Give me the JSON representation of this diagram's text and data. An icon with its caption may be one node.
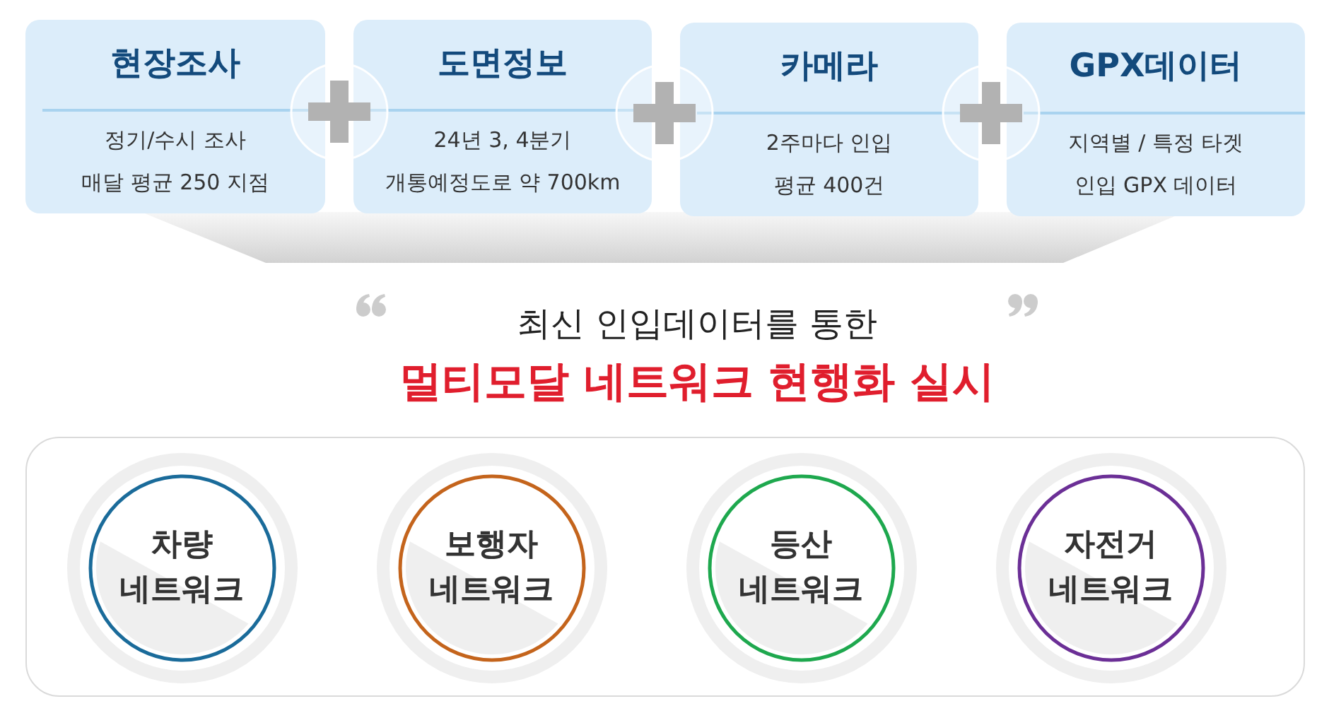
{
  "diagram": {
    "nodes": [
      {
        "text": [
          "현장조사",
          "정기/수시 조사",
          "매달 평균 250 지점"
        ]
      },
      {
        "text": [
          "도면정보",
          "24년 3, 4분기",
          "개통예정도로 약 700km"
        ]
      },
      {
        "text": [
          "카메라",
          "2주마다 인입",
          "평균 400건"
        ]
      },
      {
        "text": [
          "GPX데이터",
          "지역별 / 특정 타겟",
          "인입 GPX 데이터"
        ]
      },
      {
        "text": [],
        "shape": "box"
      },
      {
        "text": [
          "차량 네트워크"
        ],
        "in": 4
      },
      {
        "text": [
          "보행자 네트워크"
        ],
        "in": 4
      },
      {
        "text": [
          "등산 네트워크"
        ],
        "in": 4
      },
      {
        "text": [
          "자전거 네트워크"
        ],
        "in": 4
      }
    ],
    "labels": [
      "최신 인입데이터를 통한",
      "멀티모달 네트워크 현행화 실시"
    ]
  }
}
